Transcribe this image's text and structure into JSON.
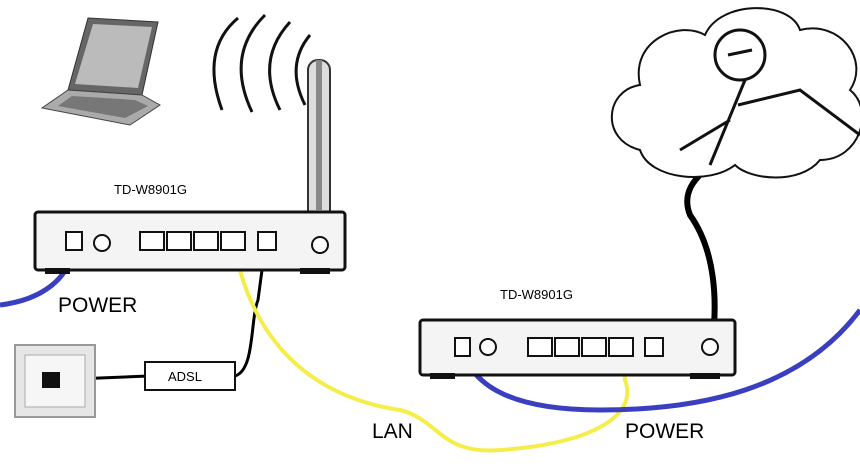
{
  "router1": {
    "model": "TD-W8901G",
    "power_label": "POWER"
  },
  "router2": {
    "model": "TD-W8901G",
    "power_label": "POWER"
  },
  "adsl_label": "ADSL",
  "lan_label": "LAN",
  "colors": {
    "power_cable": "#3a3fc0",
    "lan_cable": "#f5ee4a",
    "dsl_cable": "#000000"
  }
}
